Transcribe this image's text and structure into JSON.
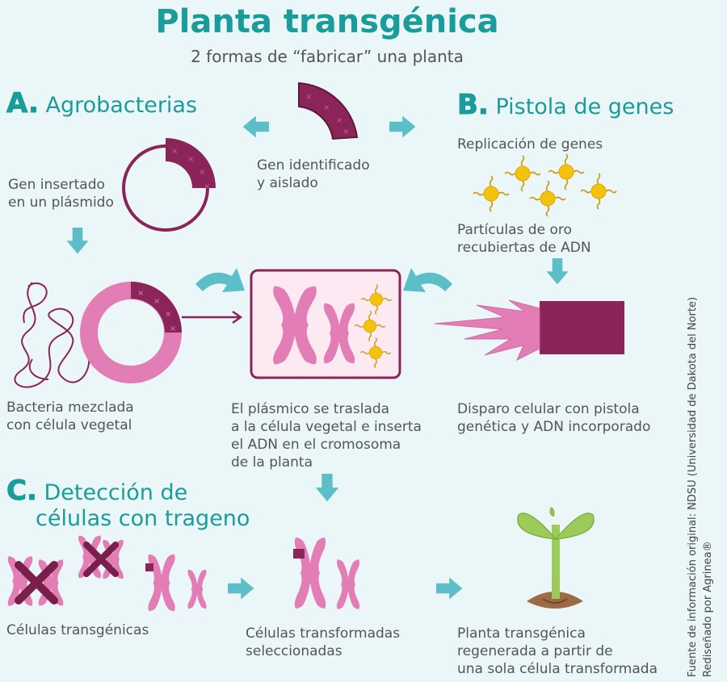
{
  "title": "Planta transgénica",
  "subtitle": "2 formas de “fabricar” una planta",
  "sections": {
    "a": {
      "letter": "A.",
      "label": "Agrobacterias"
    },
    "b": {
      "letter": "B.",
      "label": "Pistola de genes"
    },
    "c": {
      "letter": "C.",
      "label1": "Detección de",
      "label2": "células con trageno"
    }
  },
  "labels": {
    "gene_isolated": "Gen identificado\ny aislado",
    "gene_plasmid": "Gen insertado\nen un plásmido",
    "gene_replication": "Replicación de genes",
    "gold_particles": "Partículas de oro\nrecubiertas de ADN",
    "bacteria_mix": "Bacteria mezclada\ncon célula vegetal",
    "plasmid_moves": "El plásmico se traslada\na la célula vegetal e inserta\nel ADN en el cromosoma\nde la planta",
    "gene_gun_shot": "Disparo celular con pistola\ngenética y ADN incorporado",
    "transgenic_cells": "Células transgénicas",
    "selected_cells": "Células transformadas\nseleccionadas",
    "regenerated_plant": "Planta transgénica\nregenerada a partir de\nuna sola célula transformada"
  },
  "credits": {
    "source": "Fuente de información original:  NDSU (Universidad de Dakota del Norte)",
    "redesign": "Rediseñado por Agrinea®"
  },
  "colors": {
    "teal": "#1a9c9a",
    "arrow": "#5cbfc7",
    "plum": "#8b2458",
    "pink": "#e27db5",
    "pink_light": "#f0a6cf",
    "gold": "#f4c20d",
    "leaf": "#9ccb5a",
    "soil": "#9c6a45"
  }
}
